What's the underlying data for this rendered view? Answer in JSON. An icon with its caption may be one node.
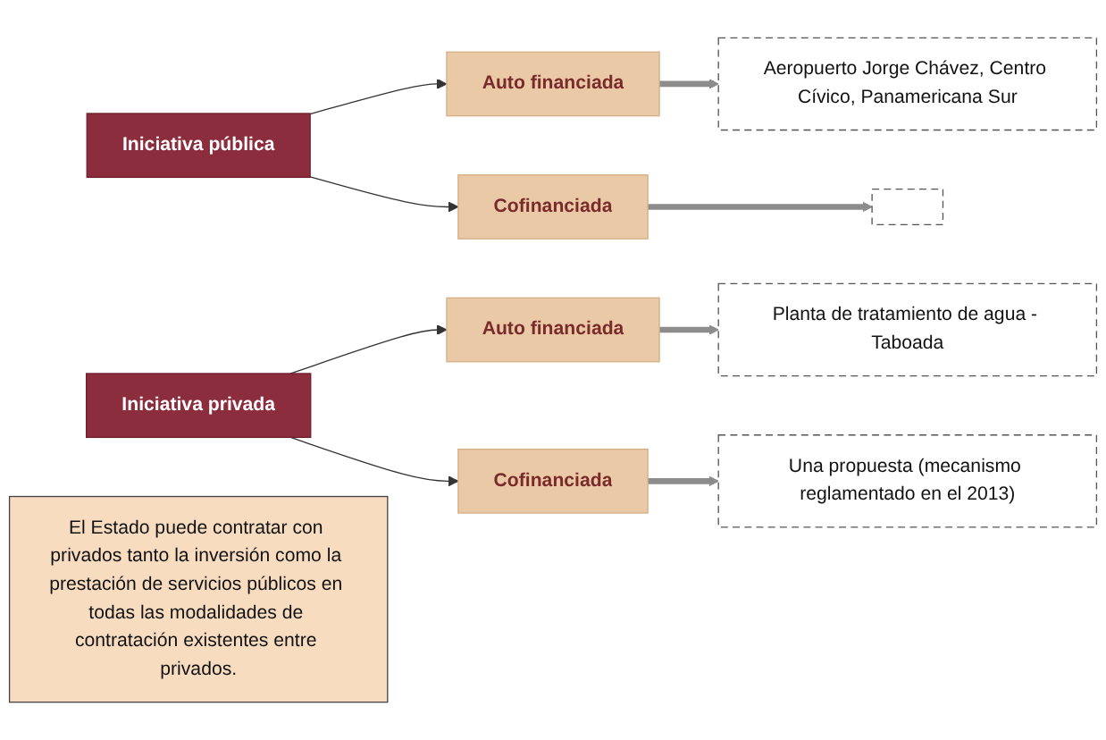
{
  "diagram": {
    "nodes": [
      {
        "text": [
          "Iniciativa pública"
        ]
      },
      {
        "text": [
          "Auto financiada"
        ]
      },
      {
        "text": [
          "Cofinanciada"
        ]
      },
      {
        "text": [
          "Aeropuerto Jorge Chávez, Centro Cívico, Panamericana Sur"
        ]
      },
      {
        "text": [],
        "shape": "box"
      },
      {
        "text": [
          "Iniciativa privada"
        ]
      },
      {
        "text": [
          "Auto financiada"
        ]
      },
      {
        "text": [
          "Cofinanciada"
        ]
      },
      {
        "text": [
          "Planta de tratamiento de agua - Taboada"
        ]
      },
      {
        "text": [
          "Una propuesta (mecanismo reglamentado en el 2013)"
        ]
      },
      {
        "text": [
          "El Estado puede contratar con privados tanto la inversión como la prestación de servicios públicos en todas las modalidades de contratación existentes entre privados."
        ]
      }
    ],
    "edges": [
      {
        "from": 0,
        "to": 1,
        "arrow": "to"
      },
      {
        "from": 0,
        "to": 2,
        "arrow": "to"
      },
      {
        "from": 1,
        "to": 3,
        "arrow": "to",
        "style": "thick",
        "color": "#8c8c8c"
      },
      {
        "from": 2,
        "to": 4,
        "arrow": "to",
        "style": "thick",
        "color": "#8c8c8c"
      },
      {
        "from": 5,
        "to": 6,
        "arrow": "to"
      },
      {
        "from": 5,
        "to": 7,
        "arrow": "to"
      },
      {
        "from": 6,
        "to": 8,
        "arrow": "to",
        "style": "thick",
        "color": "#8c8c8c"
      },
      {
        "from": 7,
        "to": 9,
        "arrow": "to",
        "style": "thick",
        "color": "#8c8c8c"
      }
    ]
  }
}
